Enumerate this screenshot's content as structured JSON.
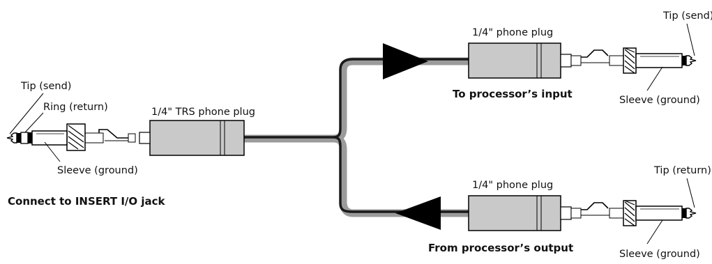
{
  "trs_plug": {
    "type_label": "1/4\"  TRS phone plug",
    "tip_label": "Tip (send)",
    "ring_label": "Ring (return)",
    "sleeve_label": "Sleeve (ground)",
    "caption": "Connect to INSERT I/O jack"
  },
  "send_plug": {
    "type_label": "1/4\"  phone plug",
    "tip_label": "Tip (send)",
    "sleeve_label": "Sleeve (ground)",
    "caption": "To processor’s input"
  },
  "return_plug": {
    "type_label": "1/4\"  phone plug",
    "tip_label": "Tip (return)",
    "sleeve_label": "Sleeve (ground)",
    "caption": "From processor’s output"
  }
}
